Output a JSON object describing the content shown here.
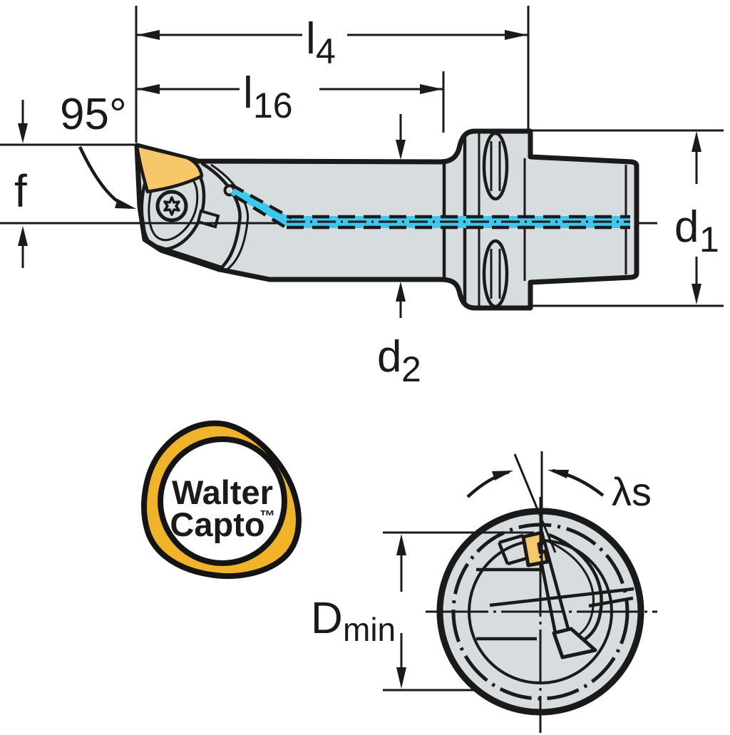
{
  "drawing": {
    "labels": {
      "l4": {
        "base": "l",
        "sub": "4"
      },
      "l16": {
        "base": "l",
        "sub": "16"
      },
      "angle": "95°",
      "f": "f",
      "d1": {
        "base": "d",
        "sub": "1"
      },
      "d2": {
        "base": "d",
        "sub": "2"
      },
      "dmin": {
        "base": "D",
        "sub": "min"
      },
      "lambda": "λs"
    },
    "logo": {
      "line1": "Walter",
      "line2": "Capto",
      "trademark": "™"
    },
    "colors": {
      "line": "#1a1a1a",
      "body_fill": "#d7dcde",
      "insert_yellow": "#f6c869",
      "coolant_cyan": "#3fc8ee",
      "logo_yellow": "#f0b32a"
    }
  }
}
